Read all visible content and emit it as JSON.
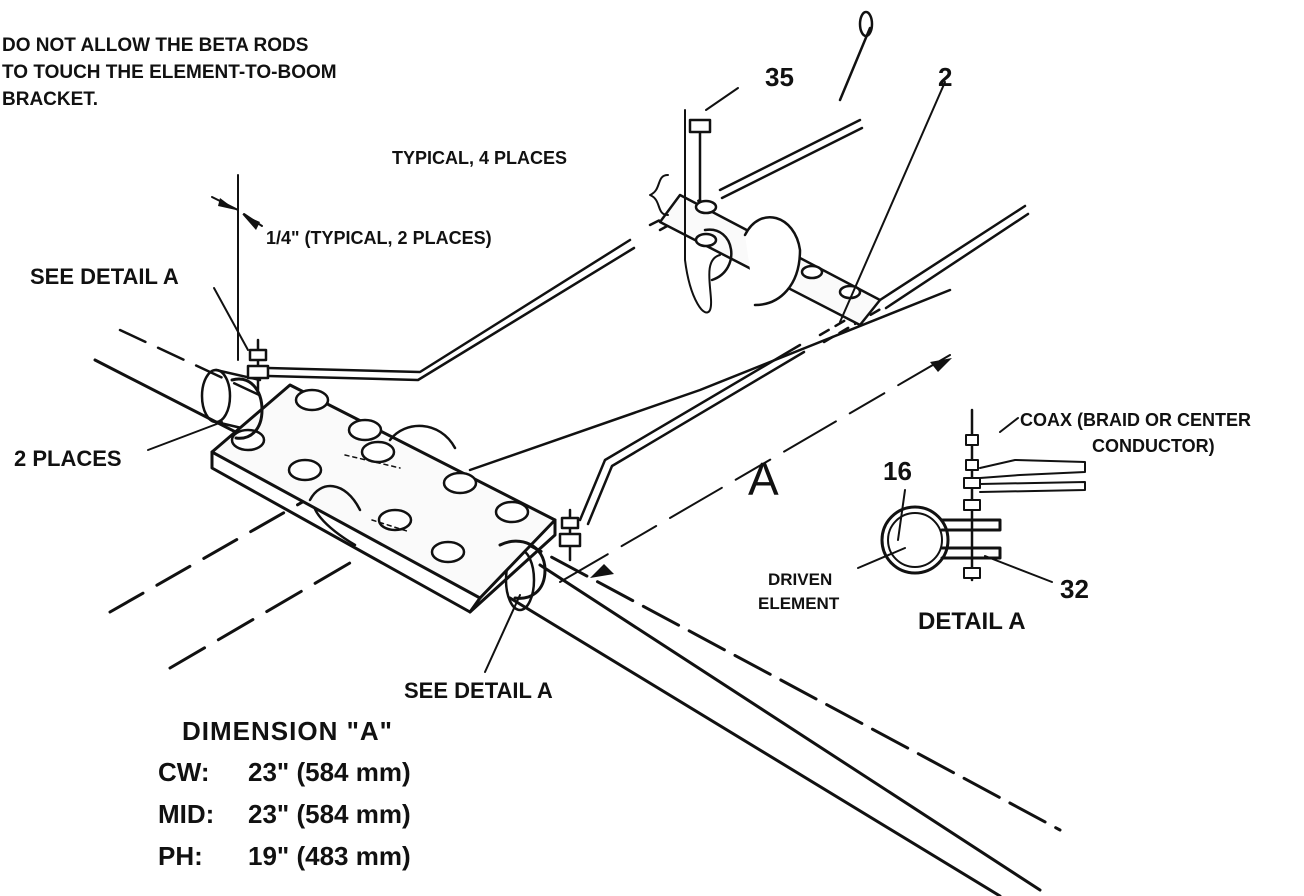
{
  "warning_lines": [
    "DO NOT ALLOW THE BETA RODS",
    "TO TOUCH THE ELEMENT-TO-BOOM",
    "BRACKET."
  ],
  "labels": {
    "typical_4_places": "TYPICAL, 4 PLACES",
    "quarter_inch": "1/4\" (TYPICAL, 2 PLACES)",
    "see_detail_a_top": "SEE DETAIL A",
    "two_places": "2 PLACES",
    "see_detail_a_bottom": "SEE DETAIL A",
    "dimension_letter": "A",
    "coax_line1": "COAX (BRAID OR CENTER",
    "coax_line2": "CONDUCTOR)",
    "driven_line1": "DRIVEN",
    "driven_line2": "ELEMENT",
    "detail_a": "DETAIL A"
  },
  "part_numbers": {
    "p35": "35",
    "p2": "2",
    "p16": "16",
    "p32": "32"
  },
  "dimension_table": {
    "title": "DIMENSION \"A\"",
    "rows": [
      {
        "band": "CW:",
        "value": "23\" (584 mm)"
      },
      {
        "band": "MID:",
        "value": "23\" (584 mm)"
      },
      {
        "band": "PH:",
        "value": "19\" (483 mm)"
      }
    ]
  }
}
